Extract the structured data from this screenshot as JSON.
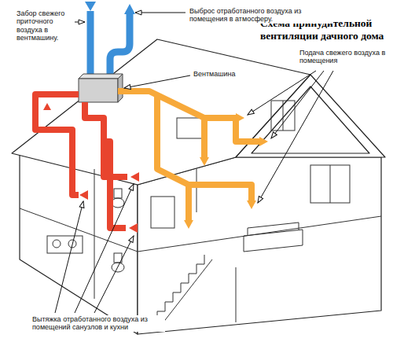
{
  "diagram": {
    "title": "Схема принудительной вентиляции дачного дома",
    "labels": [
      "Забор свежего приточного воздуха в вентмашину.",
      "Выброс отработанного воздуха из помещения в атмосферу.",
      "Вентмашина",
      "Подача свежего воздуха в помещения",
      "Вытяжка отработанного воздуха из помещений санузлов и кухни"
    ]
  }
}
